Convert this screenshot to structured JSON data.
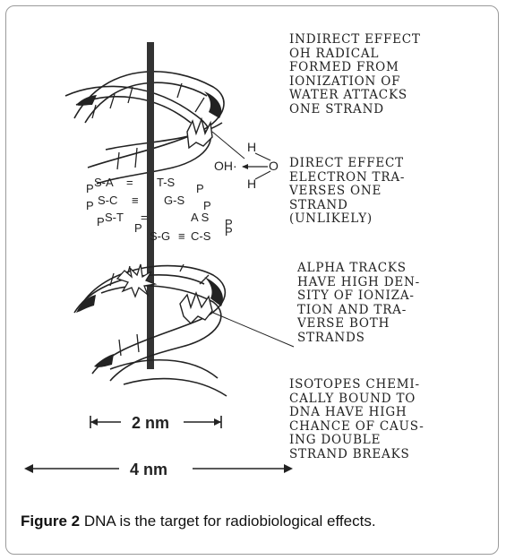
{
  "annotations": {
    "indirect": [
      "INDIRECT EFFECT",
      "OH RADICAL",
      "FORMED FROM",
      "IONIZATION OF",
      "WATER ATTACKS",
      "ONE STRAND"
    ],
    "direct": [
      "DIRECT EFFECT",
      "ELECTRON TRA-",
      "VERSES ONE",
      "STRAND",
      "(UNLIKELY)"
    ],
    "alpha": [
      "ALPHA TRACKS",
      "HAVE HIGH DEN-",
      "SITY OF IONIZA-",
      "TION AND TRA-",
      "VERSE BOTH",
      "STRANDS"
    ],
    "isotopes": [
      "ISOTOPES CHEMI-",
      "CALLY BOUND TO",
      "DNA HAVE HIGH",
      "CHANCE OF CAUS-",
      "ING DOUBLE",
      "STRAND BREAKS"
    ]
  },
  "water": {
    "h_top": "H",
    "oh": "OH·",
    "o": "O",
    "h_bottom": "H"
  },
  "base_pairs": [
    {
      "left": "S-A",
      "bond": "=",
      "right": "T-S"
    },
    {
      "left": "S-C",
      "bond": "≡",
      "right": "G-S"
    },
    {
      "left": "S-T",
      "bond": "=",
      "right": "A S"
    },
    {
      "left": "S-G",
      "bond": "≡",
      "right": "C-S"
    }
  ],
  "phosphate_label": "P",
  "scale": {
    "small": "2 nm",
    "large": "4 nm"
  },
  "caption": {
    "label": "Figure 2",
    "text": "DNA is the target for radiobiological effects."
  }
}
